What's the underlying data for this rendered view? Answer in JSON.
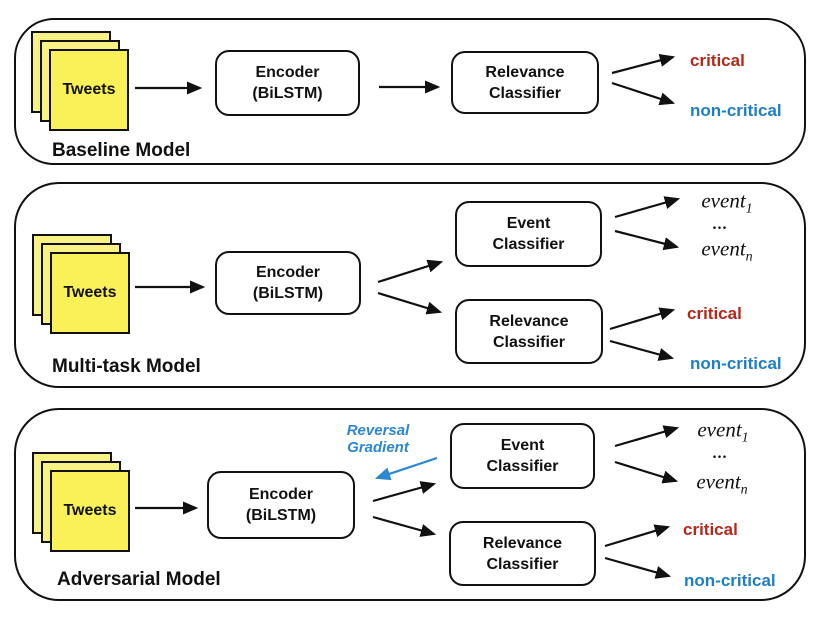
{
  "colors": {
    "critical": "#B5291B",
    "non_critical": "#1E7FC8",
    "reversal": "#2B87D2",
    "tweet_front": "#FAF159",
    "tweet_back": "#F8F285"
  },
  "panels": {
    "baseline": {
      "title": "Baseline Model",
      "tweets": "Tweets",
      "encoder": {
        "line1": "Encoder",
        "line2": "(BiLSTM)"
      },
      "relevance": {
        "line1": "Relevance",
        "line2": "Classifier"
      },
      "outputs": {
        "critical": "critical",
        "non_critical": "non-critical"
      }
    },
    "multitask": {
      "title": "Multi-task Model",
      "tweets": "Tweets",
      "encoder": {
        "line1": "Encoder",
        "line2": "(BiLSTM)"
      },
      "event": {
        "line1": "Event",
        "line2": "Classifier"
      },
      "relevance": {
        "line1": "Relevance",
        "line2": "Classifier"
      },
      "events": {
        "first_base": "event",
        "first_sub": "1",
        "dots": "...",
        "last_base": "event",
        "last_sub": "n"
      },
      "outputs": {
        "critical": "critical",
        "non_critical": "non-critical"
      }
    },
    "adversarial": {
      "title": "Adversarial Model",
      "tweets": "Tweets",
      "encoder": {
        "line1": "Encoder",
        "line2": "(BiLSTM)"
      },
      "event": {
        "line1": "Event",
        "line2": "Classifier"
      },
      "relevance": {
        "line1": "Relevance",
        "line2": "Classifier"
      },
      "reversal": {
        "line1": "Reversal",
        "line2": "Gradient"
      },
      "events": {
        "first_base": "event",
        "first_sub": "1",
        "dots": "...",
        "last_base": "event",
        "last_sub": "n"
      },
      "outputs": {
        "critical": "critical",
        "non_critical": "non-critical"
      }
    }
  }
}
